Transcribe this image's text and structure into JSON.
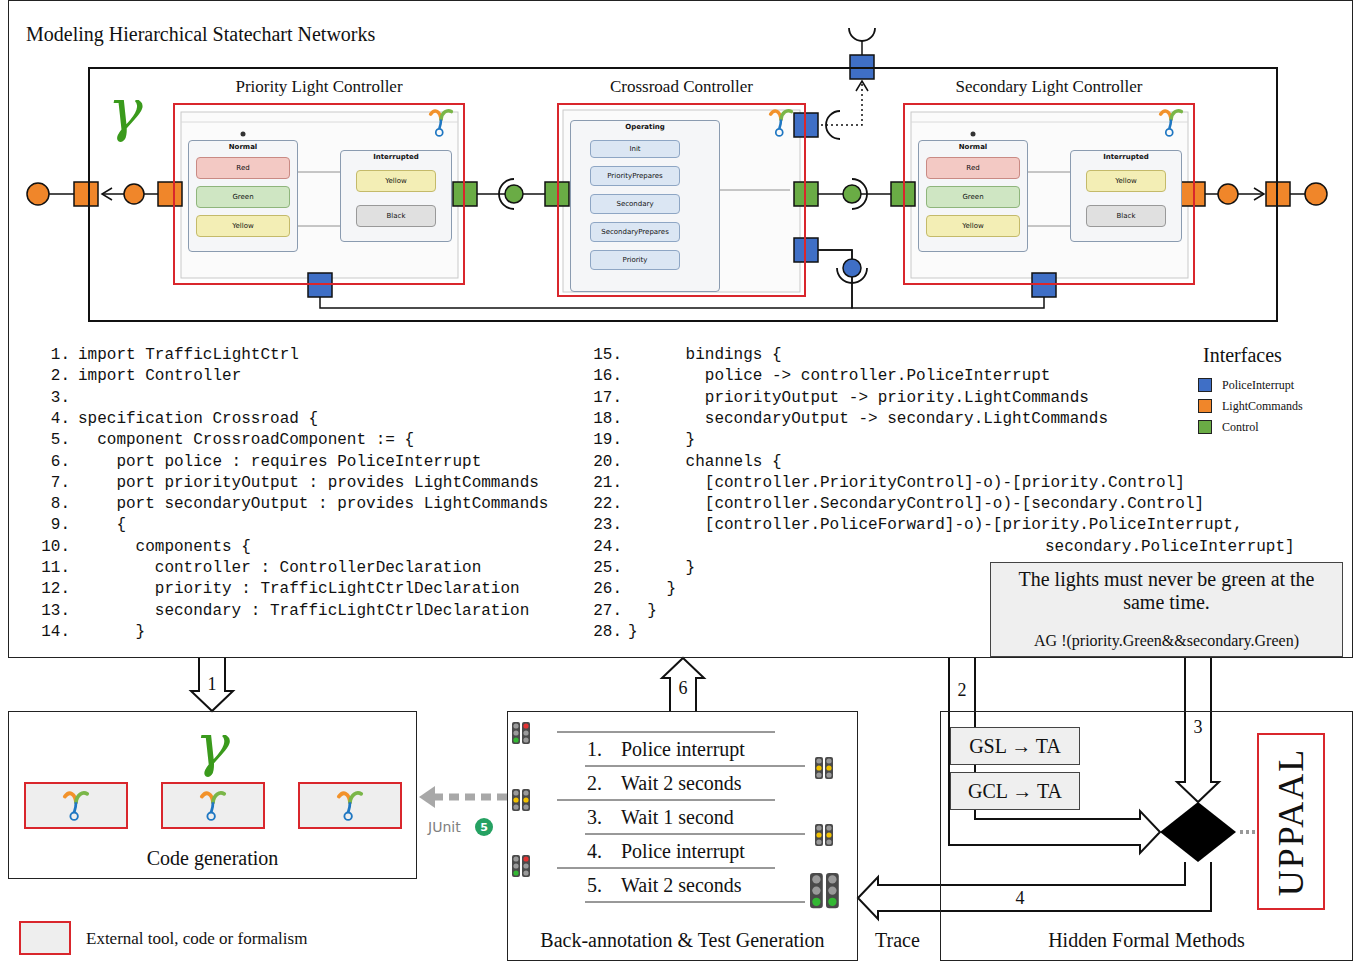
{
  "diagram": {
    "nodes": [
      {
        "text": [
          "Modeling Hierarchical Statechart Networks"
        ]
      },
      {
        "text": [
          "γ"
        ],
        "in": 0
      },
      {
        "text": [
          "Priority Light Controller"
        ],
        "in": 1
      },
      {
        "text": [
          "Normal"
        ],
        "in": 2
      },
      {
        "text": [
          "Red"
        ],
        "in": 3
      },
      {
        "text": [
          "Green"
        ],
        "in": 3
      },
      {
        "text": [
          "Yellow"
        ],
        "in": 3
      },
      {
        "text": [
          "Interrupted"
        ],
        "in": 2
      },
      {
        "text": [
          "Yellow"
        ],
        "in": 7
      },
      {
        "text": [
          "Black"
        ],
        "in": 7
      },
      {
        "text": [
          "Crossroad Controller"
        ],
        "in": 1
      },
      {
        "text": [
          "Operating"
        ],
        "in": 10
      },
      {
        "text": [
          "Init"
        ],
        "in": 11
      },
      {
        "text": [
          "PriorityPrepares"
        ],
        "in": 11
      },
      {
        "text": [
          "Secondary"
        ],
        "in": 11
      },
      {
        "text": [
          "SecondaryPrepares"
        ],
        "in": 11
      },
      {
        "text": [
          "Priority"
        ],
        "in": 11
      },
      {
        "text": [
          "Secondary Light Controller"
        ],
        "in": 1
      },
      {
        "text": [
          "Normal"
        ],
        "in": 17
      },
      {
        "text": [
          "Red"
        ],
        "in": 18
      },
      {
        "text": [
          "Green"
        ],
        "in": 18
      },
      {
        "text": [
          "Yellow"
        ],
        "in": 18
      },
      {
        "text": [
          "Interrupted"
        ],
        "in": 17
      },
      {
        "text": [
          "Yellow"
        ],
        "in": 22
      },
      {
        "text": [
          "Black"
        ],
        "in": 22
      },
      {
        "text": [
          "The lights must never be green at the same time.",
          "AG !(priority.Green&&secondary.Green)"
        ],
        "in": 0
      },
      {
        "text": [
          "γ",
          "Code generation"
        ]
      },
      {
        "text": [
          "Back-annotation & Test Generation"
        ]
      },
      {
        "text": [
          "Hidden Formal Methods"
        ]
      },
      {
        "text": [
          "GSL → TA"
        ],
        "in": 28
      },
      {
        "text": [
          "GCL → TA"
        ],
        "in": 28
      },
      {
        "text": [
          "UPPAAL"
        ],
        "in": 28
      }
    ],
    "edges": [
      {
        "from": 2,
        "to": 10,
        "arrow": "none"
      },
      {
        "from": 10,
        "to": 17,
        "arrow": "none"
      },
      {
        "from": 10,
        "to": 2,
        "arrow": "none"
      },
      {
        "from": 10,
        "to": 17,
        "arrow": "none"
      },
      {
        "from": 2,
        "to": 1,
        "arrow": "to"
      },
      {
        "from": 17,
        "to": 1,
        "arrow": "to"
      },
      {
        "from": 10,
        "to": 1,
        "arrow": "to"
      },
      {
        "from": 0,
        "to": 26,
        "label": "1",
        "arrow": "to"
      },
      {
        "from": 0,
        "to": 28,
        "label": "2",
        "arrow": "to"
      },
      {
        "from": 25,
        "to": 28,
        "label": "3",
        "arrow": "to"
      },
      {
        "from": 28,
        "to": 27,
        "label": "4",
        "arrow": "to"
      },
      {
        "from": 27,
        "to": 0,
        "label": "6",
        "arrow": "to"
      },
      {
        "from": 27,
        "to": 26,
        "arrow": "to"
      }
    ],
    "labels": [
      "1.",
      "import TrafficLightCtrl",
      "2.",
      "import Controller",
      "3.",
      "4.",
      "specification Crossroad {",
      "5.",
      "component CrossroadComponent := {",
      "6.",
      "port police : requires PoliceInterrupt",
      "7.",
      "port priorityOutput : provides LightCommands",
      "8.",
      "port secondaryOutput : provides LightCommands",
      "9.",
      "{",
      "10.",
      "components {",
      "11.",
      "controller : ControllerDeclaration",
      "12.",
      "priority : TrafficLightCtrlDeclaration",
      "13.",
      "secondary : TrafficLightCtrlDeclaration",
      "14.",
      "}",
      "15.",
      "bindings {",
      "16.",
      "police -> controller.PoliceInterrupt",
      "17.",
      "priorityOutput -> priority.LightCommands",
      "18.",
      "secondaryOutput -> secondary.LightCommands",
      "19.",
      "}",
      "20.",
      "channels {",
      "21.",
      "[controller.PriorityControl]-o)-[priority.Control]",
      "22.",
      "[controller.SecondaryControl]-o)-[secondary.Control]",
      "23.",
      "[controller.PoliceForward]-o)-[priority.PoliceInterrupt,",
      "24.",
      "secondary.PoliceInterrupt]",
      "25.",
      "}",
      "26.",
      "}",
      "27.",
      "}",
      "28.",
      "}",
      "Interfaces",
      "Trace",
      "JUnit",
      "5",
      "1.",
      "Police interrupt",
      "2.",
      "Wait 2 seconds",
      "3.",
      "Wait 1 second",
      "4.",
      "Police interrupt",
      "5.",
      "Wait 2 seconds"
    ],
    "legend": [
      {
        "text": "PoliceInterrupt",
        "color": "#3f6fc6"
      },
      {
        "text": "LightCommands",
        "color": "#f0862a"
      },
      {
        "text": "Control",
        "color": "#6aac45"
      },
      {
        "text": "External tool, code or formalism"
      }
    ]
  }
}
